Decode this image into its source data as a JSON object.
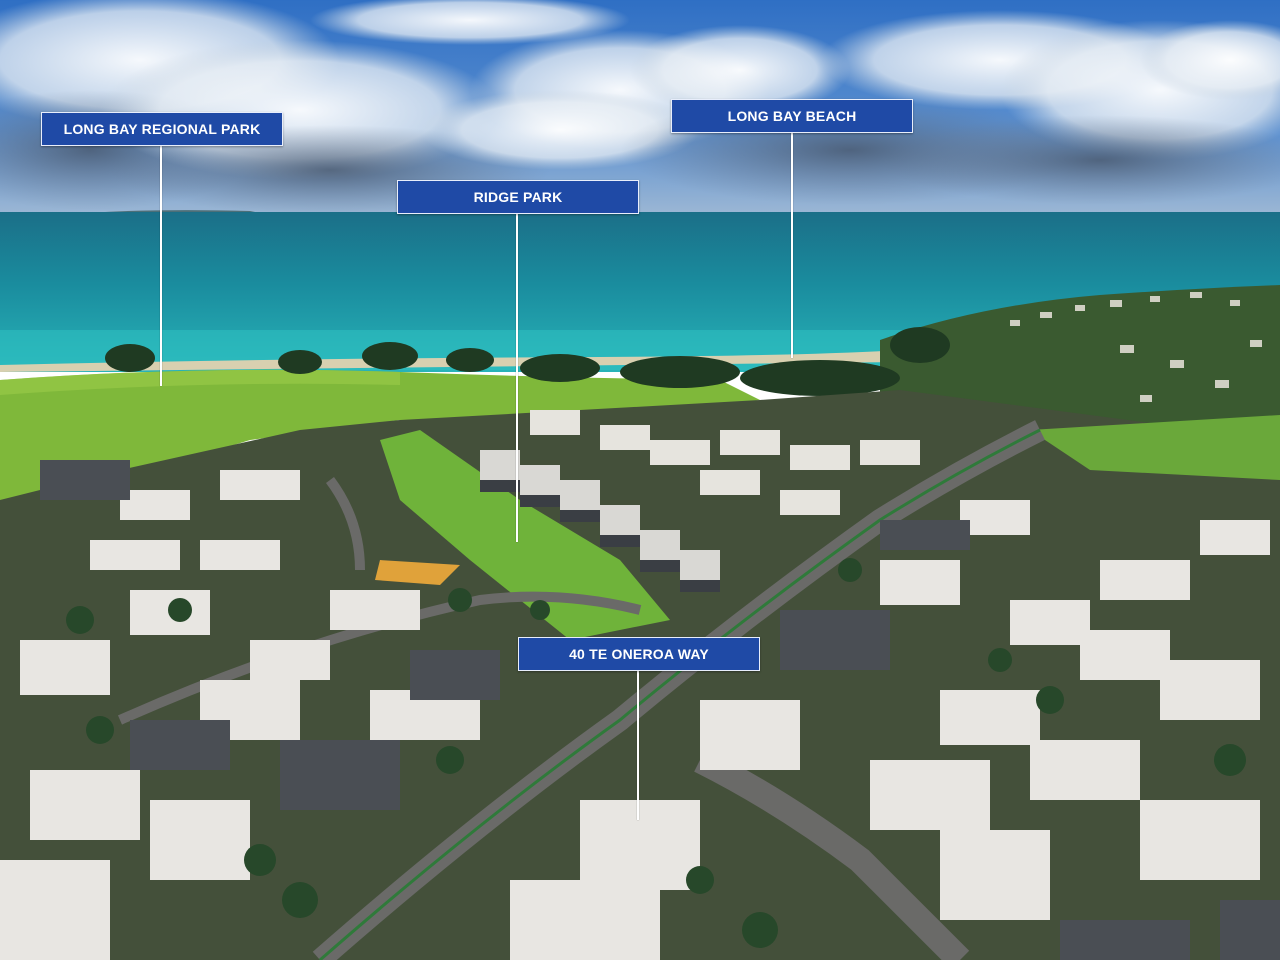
{
  "labels": {
    "regional_park": "LONG BAY REGIONAL PARK",
    "ridge_park": "RIDGE PARK",
    "beach": "LONG BAY BEACH",
    "property": "40 TE ONEROA WAY"
  },
  "colors": {
    "label_background": "#1f4aa6",
    "label_text": "#ffffff",
    "leader_line": "#ffffff"
  }
}
